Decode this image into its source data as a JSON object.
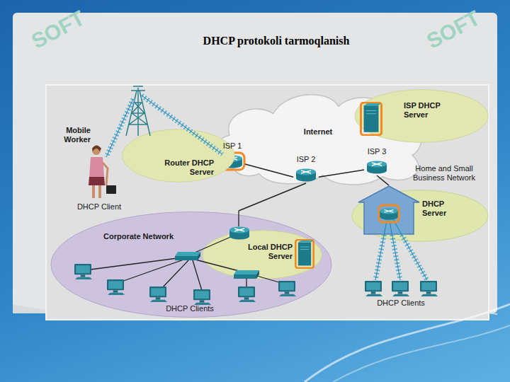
{
  "diagram": {
    "title": "DHCP protokoli tarmoqlanish",
    "nodes": [
      {
        "text": [
          "Internet"
        ]
      },
      {
        "text": [
          "ISP 1"
        ],
        "in": 0
      },
      {
        "text": [
          "ISP 2"
        ],
        "in": 0
      },
      {
        "text": [
          "ISP 3"
        ],
        "in": 0
      },
      {
        "text": [
          "ISP DHCP Server"
        ]
      },
      {
        "text": [
          "Router DHCP Server"
        ]
      },
      {
        "text": [
          "Corporate Network",
          "DHCP Clients"
        ]
      },
      {
        "text": [
          "Local DHCP Server"
        ],
        "in": 6
      },
      {
        "text": [
          "DHCP Server"
        ]
      },
      {
        "text": [
          "Home and Small Business Network"
        ]
      }
    ],
    "edges": [
      {
        "from": 1,
        "to": 2,
        "arrow": "none"
      },
      {
        "from": 2,
        "to": 3,
        "arrow": "none"
      },
      {
        "from": 2,
        "to": 6,
        "arrow": "none"
      },
      {
        "from": 3,
        "to": 9,
        "arrow": "none"
      }
    ],
    "labels": [
      "SOFT",
      "SOFT",
      "Mobile Worker",
      "DHCP Client",
      "DHCP Clients"
    ]
  }
}
